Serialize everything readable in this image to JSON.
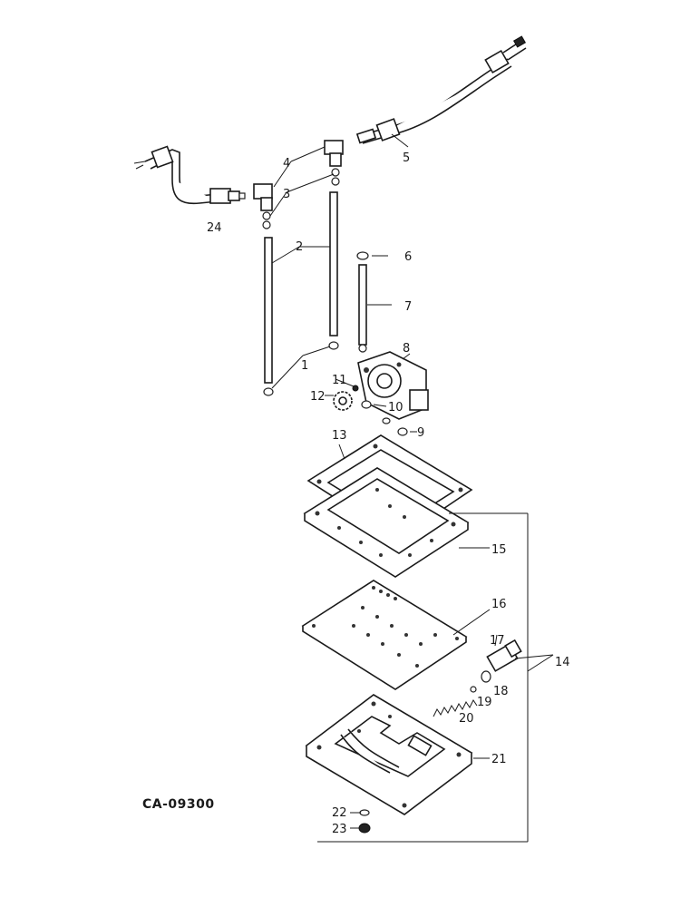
{
  "figure": {
    "code": "CA-09300",
    "callouts": {
      "c1": "1",
      "c2": "2",
      "c3": "3",
      "c4": "4",
      "c5": "5",
      "c6": "6",
      "c7": "7",
      "c8": "8",
      "c9": "9",
      "c10": "10",
      "c11": "11",
      "c12": "12",
      "c13": "13",
      "c14": "14",
      "c15": "15",
      "c16": "16",
      "c17": "17",
      "c18": "18",
      "c19": "19",
      "c20": "20",
      "c21": "21",
      "c22": "22",
      "c23": "23",
      "c24": "24"
    }
  }
}
